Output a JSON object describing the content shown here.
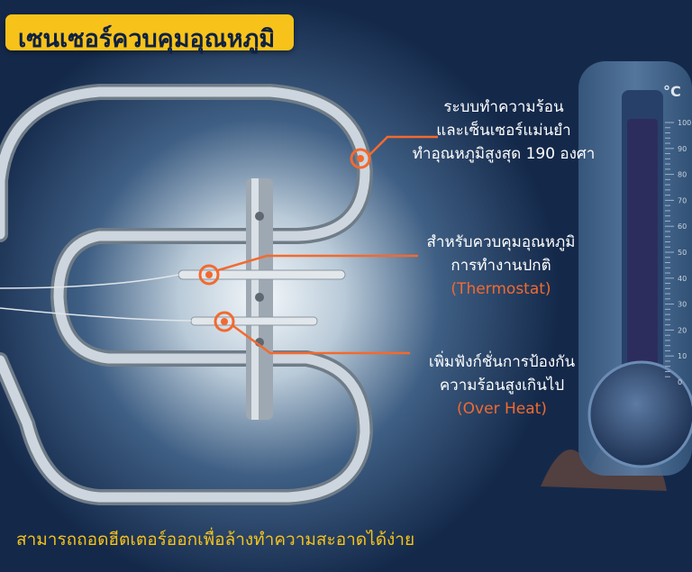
{
  "title": "เซนเซอร์ควบคุมอุณหภูมิ",
  "callouts": [
    {
      "lines": [
        "ระบบทำความร้อน",
        "และเซ็นเซอร์แม่นยำ",
        "ทำอุณหภูมิสูงสุด 190 องศา"
      ]
    },
    {
      "lines": [
        "สำหรับควบคุมอุณหภูมิ",
        "การทำงานปกติ"
      ],
      "en": "(Thermostat)"
    },
    {
      "lines": [
        "เพิ่มฟังก์ชั่นการป้องกัน",
        "ความร้อนสูงเกินไป"
      ],
      "en": "(Over Heat)"
    }
  ],
  "thermometer": {
    "unit": "°C",
    "scale": [
      "100",
      "90",
      "80",
      "70",
      "60",
      "50",
      "40",
      "30",
      "20",
      "10",
      "0"
    ]
  },
  "footer": "สามารถถอดฮีตเตอร์ออกเพื่อล้างทำความสะอาดได้ง่าย",
  "colors": {
    "background": "#14294a",
    "title_badge": "#f7c21a",
    "callout_line": "#f26a2f",
    "footer_text": "#f7c21a"
  }
}
